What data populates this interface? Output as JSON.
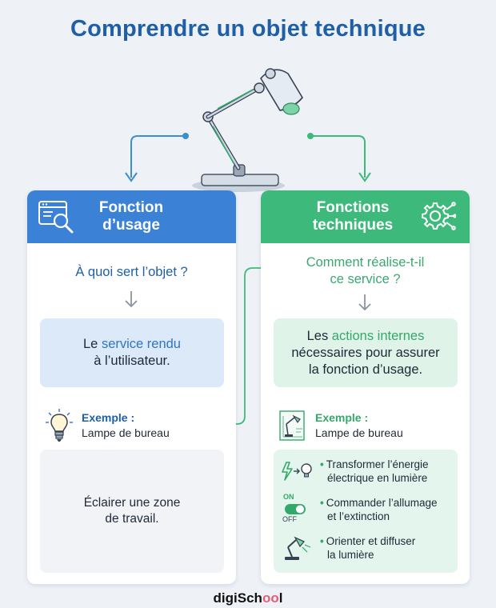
{
  "title": "Comprendre un objet technique",
  "left_card": {
    "header": "Fonction d’usage",
    "question": "À quoi sert l’objet ?",
    "definition_prefix": "Le ",
    "definition_highlight": "service rendu",
    "definition_suffix": "à l’utilisateur.",
    "example_label": "Exemple :",
    "example_value": "Lampe de bureau",
    "result_line1": "Éclairer une zone",
    "result_line2": "de travail."
  },
  "right_card": {
    "header": "Fonctions techniques",
    "question_line1": "Comment réalise-t-il",
    "question_line2": "ce service ?",
    "definition_prefix": "Les ",
    "definition_highlight": "actions internes",
    "definition_line2": "nécessaires pour assurer",
    "definition_line3": "la fonction d’usage.",
    "example_label": "Exemple :",
    "example_value": "Lampe de bureau",
    "actions": [
      {
        "icon": "energy-to-light-icon",
        "line1": "Transformer l’énergie",
        "line2": "électrique en lumière"
      },
      {
        "icon": "on-off-switch-icon",
        "line1": "Commander l’allumage",
        "line2": "et l’extinction",
        "on_label": "ON",
        "off_label": "OFF"
      },
      {
        "icon": "desk-lamp-icon",
        "line1": "Orienter et diffuser",
        "line2": "la lumière"
      }
    ]
  },
  "brand": {
    "part1": "digiSch",
    "part2": "oo",
    "part3": "l"
  },
  "colors": {
    "blue": "#3b82d6",
    "green": "#3dba7b",
    "title": "#1f5fa8"
  }
}
